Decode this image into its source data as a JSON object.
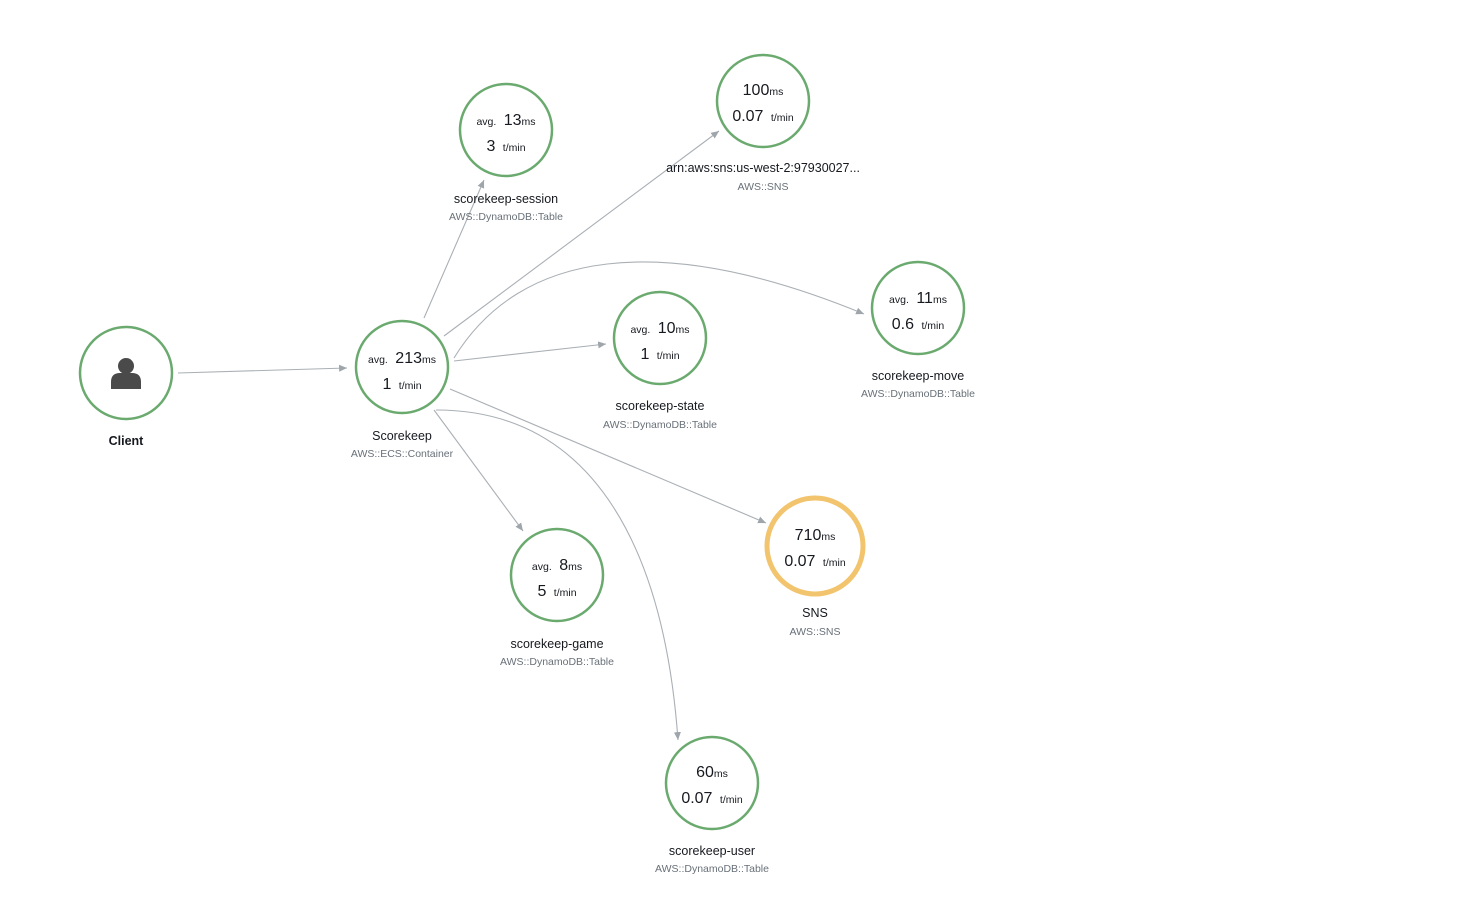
{
  "service_map": {
    "colors": {
      "ok": "#6aaa6e",
      "warning": "#f2c46d",
      "edge": "#aab0b5",
      "client_icon": "#4a4a4a"
    },
    "client": {
      "label": "Client",
      "icon": "user-icon"
    },
    "nodes": [
      {
        "id": "scorekeep",
        "name": "Scorekeep",
        "type": "AWS::ECS::Container",
        "avg": "avg.",
        "latency": "213",
        "latency_unit": "ms",
        "throughput": "1",
        "throughput_unit": "t/min",
        "status": "ok"
      },
      {
        "id": "session",
        "name": "scorekeep-session",
        "type": "AWS::DynamoDB::Table",
        "avg": "avg.",
        "latency": "13",
        "latency_unit": "ms",
        "throughput": "3",
        "throughput_unit": "t/min",
        "status": "ok"
      },
      {
        "id": "sns-arn",
        "name": "arn:aws:sns:us-west-2:97930027...",
        "type": "AWS::SNS",
        "avg": "",
        "latency": "100",
        "latency_unit": "ms",
        "throughput": "0.07",
        "throughput_unit": "t/min",
        "status": "ok"
      },
      {
        "id": "move",
        "name": "scorekeep-move",
        "type": "AWS::DynamoDB::Table",
        "avg": "avg.",
        "latency": "11",
        "latency_unit": "ms",
        "throughput": "0.6",
        "throughput_unit": "t/min",
        "status": "ok"
      },
      {
        "id": "state",
        "name": "scorekeep-state",
        "type": "AWS::DynamoDB::Table",
        "avg": "avg.",
        "latency": "10",
        "latency_unit": "ms",
        "throughput": "1",
        "throughput_unit": "t/min",
        "status": "ok"
      },
      {
        "id": "sns",
        "name": "SNS",
        "type": "AWS::SNS",
        "avg": "",
        "latency": "710",
        "latency_unit": "ms",
        "throughput": "0.07",
        "throughput_unit": "t/min",
        "status": "warning"
      },
      {
        "id": "game",
        "name": "scorekeep-game",
        "type": "AWS::DynamoDB::Table",
        "avg": "avg.",
        "latency": "8",
        "latency_unit": "ms",
        "throughput": "5",
        "throughput_unit": "t/min",
        "status": "ok"
      },
      {
        "id": "user",
        "name": "scorekeep-user",
        "type": "AWS::DynamoDB::Table",
        "avg": "",
        "latency": "60",
        "latency_unit": "ms",
        "throughput": "0.07",
        "throughput_unit": "t/min",
        "status": "ok"
      }
    ],
    "edges": [
      {
        "from": "client",
        "to": "scorekeep"
      },
      {
        "from": "scorekeep",
        "to": "session"
      },
      {
        "from": "scorekeep",
        "to": "sns-arn"
      },
      {
        "from": "scorekeep",
        "to": "move"
      },
      {
        "from": "scorekeep",
        "to": "state"
      },
      {
        "from": "scorekeep",
        "to": "sns"
      },
      {
        "from": "scorekeep",
        "to": "game"
      },
      {
        "from": "scorekeep",
        "to": "user"
      }
    ]
  }
}
